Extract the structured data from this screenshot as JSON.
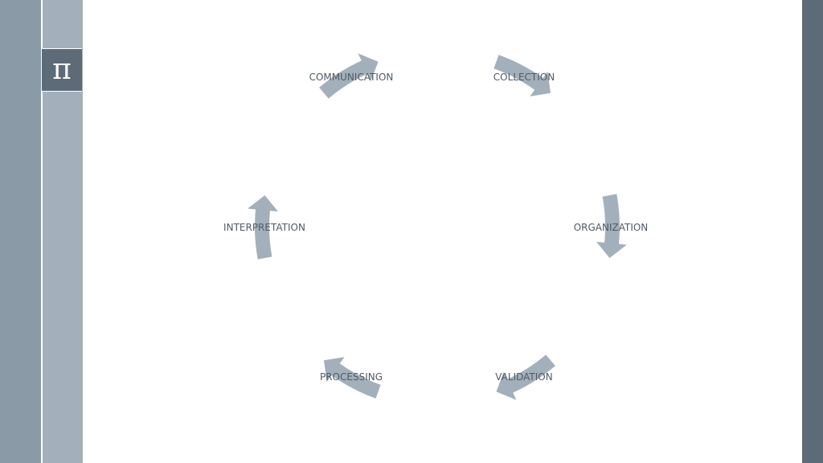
{
  "logo": {
    "symbol": "π",
    "icon": "pi-icon"
  },
  "cycle": {
    "stages": [
      {
        "label": "COLLECTION"
      },
      {
        "label": "ORGANIZATION"
      },
      {
        "label": "VALIDATION"
      },
      {
        "label": "PROCESSING"
      },
      {
        "label": "INTERPRETATION"
      },
      {
        "label": "COMMUNICATION"
      }
    ],
    "arrow_color": "#a3b0bc",
    "label_color": "#505a64"
  },
  "colors": {
    "band_outer": "#8b9aa7",
    "band_inner": "#a3b0bc",
    "band_dark": "#5d6b78",
    "background": "#ffffff"
  }
}
